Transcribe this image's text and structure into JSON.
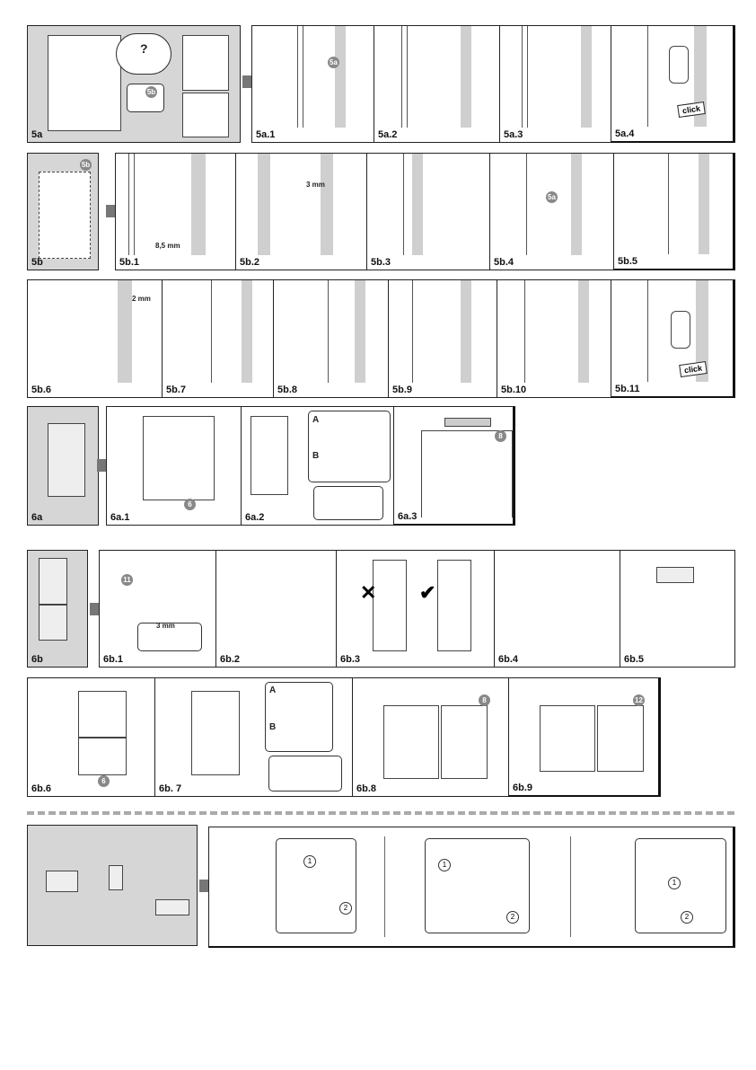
{
  "row1": {
    "labels": [
      "5a",
      "5a.1",
      "5a.2",
      "5a.3",
      "5a.4"
    ],
    "badges": [
      "5b",
      "5a"
    ],
    "click": "click",
    "question": "?"
  },
  "row2": {
    "labels": [
      "5b",
      "5b.1",
      "5b.2",
      "5b.3",
      "5b.4",
      "5b.5"
    ],
    "badge": "5b",
    "badge2": "5a",
    "dim1": "8,5 mm",
    "dim2": "3 mm"
  },
  "row3": {
    "labels": [
      "5b.6",
      "5b.7",
      "5b.8",
      "5b.9",
      "5b.10",
      "5b.11"
    ],
    "dim": "2 mm",
    "click": "click"
  },
  "row4": {
    "labels": [
      "6a",
      "6a.1",
      "6a.2",
      "6a.3"
    ],
    "badge6": "6",
    "badge8": "8",
    "a": "A",
    "b": "B"
  },
  "row5": {
    "labels": [
      "6b",
      "6b.1",
      "6b.2",
      "6b.3",
      "6b.4",
      "6b.5"
    ],
    "badge11": "11",
    "dim": "3 mm",
    "wrong": "✕",
    "right": "✔"
  },
  "row6": {
    "labels": [
      "6b.6",
      "6b. 7",
      "6b.8",
      "6b.9"
    ],
    "badge6": "6",
    "badge8": "8",
    "badge12": "12",
    "a": "A",
    "b": "B"
  },
  "row7": {
    "step1": "1",
    "step2": "2"
  },
  "colors": {
    "panel_gray": "#d6d6d6",
    "arrow": "#777777",
    "badge": "#888888"
  }
}
